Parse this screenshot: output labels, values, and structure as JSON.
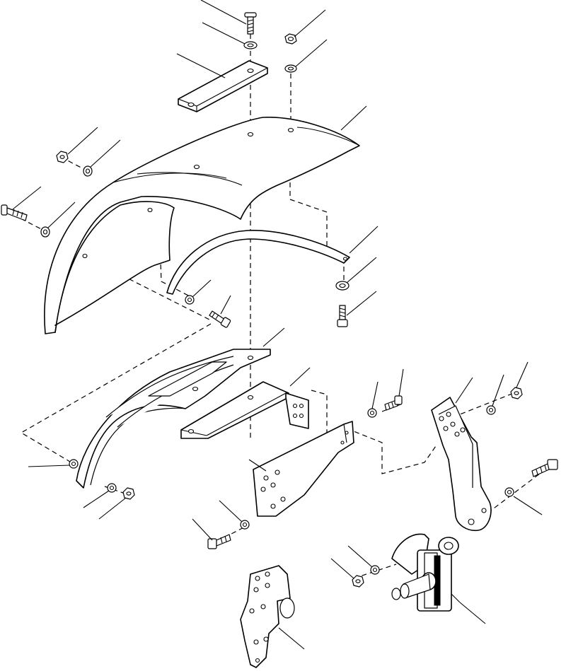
{
  "diagram": {
    "type": "exploded-parts-view",
    "colors": {
      "line": "#000000",
      "background": "#ffffff"
    },
    "parts": [
      "top-bolt",
      "top-washer",
      "top-nut",
      "top-nut-washer",
      "mounting-strap",
      "fender",
      "left-nut",
      "left-washer",
      "left-bolt",
      "left-washer-lower",
      "inner-brace",
      "brace-washer",
      "brace-bolt",
      "right-washer",
      "right-bolt",
      "fender-bracket-lower",
      "support-arm",
      "lower-washer",
      "lower-nut",
      "plate-bracket",
      "plate-bolt",
      "plate-washer",
      "arm-washer",
      "arm-bolt",
      "side-arm",
      "side-arm-washer",
      "side-arm-nut",
      "pivot-bolt",
      "pivot-washer",
      "spindle-knuckle",
      "knuckle-washer",
      "knuckle-nut",
      "mount-plate"
    ]
  }
}
